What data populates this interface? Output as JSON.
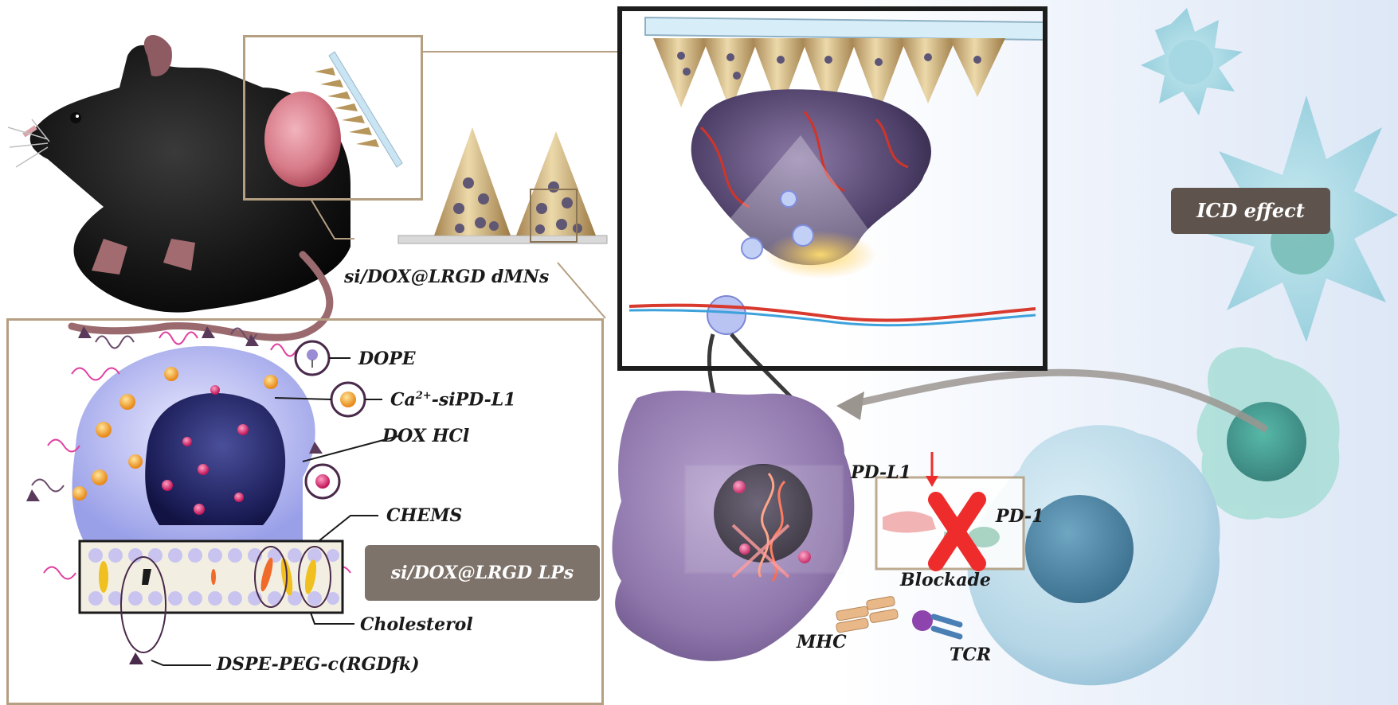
{
  "labels": {
    "dmn_caption": "si/DOX@LRGD dMNs",
    "dope": "DOPE",
    "ca_prefix": "Ca",
    "ca_sup": "2+",
    "ca_suffix": "-siPD-L1",
    "dox_hcl": "DOX HCl",
    "chems": "CHEMS",
    "lp_badge": "si/DOX@LRGD LPs",
    "cholesterol": "Cholesterol",
    "dspe": "DSPE-PEG-c(RGDfk)",
    "icd_badge": "ICD effect",
    "pd_l1": "PD-L1",
    "pd_1": "PD-1",
    "blockade": "Blockade",
    "mhc": "MHC",
    "tcr": "TCR"
  },
  "colors": {
    "frame": "#b59f82",
    "badge": "#7d736a",
    "icd_badge": "#5e534d",
    "blockade_x": "#ef2c2c",
    "liposome": "#c3c5f6",
    "cell_purple": "#9d86b8",
    "t_cell": "#6e9fb8"
  }
}
